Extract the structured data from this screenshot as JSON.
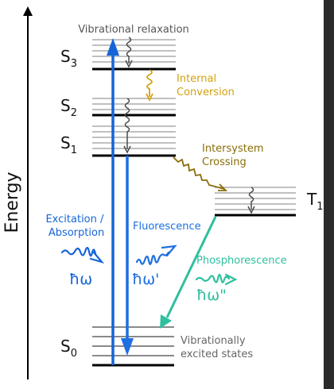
{
  "axis": {
    "label": "Energy"
  },
  "levels": {
    "s3": {
      "name": "S",
      "sub": "3"
    },
    "s2": {
      "name": "S",
      "sub": "2"
    },
    "s1": {
      "name": "S",
      "sub": "1"
    },
    "s0": {
      "name": "S",
      "sub": "0"
    },
    "t1": {
      "name": "T",
      "sub": "1"
    }
  },
  "labels": {
    "vibrational_relaxation": "Vibrational relaxation",
    "internal_conversion": [
      "Internal",
      "Conversion"
    ],
    "intersystem_crossing": [
      "Intersystem",
      "Crossing"
    ],
    "excitation": [
      "Excitation /",
      "Absorption"
    ],
    "fluorescence": "Fluorescence",
    "phosphorescence": "Phosphorescence",
    "vibrationally_excited": [
      "Vibrationally",
      "excited states"
    ]
  },
  "photons": {
    "absorption": "ħω",
    "fluorescence": "ħω'",
    "phosphorescence": "ħω\""
  },
  "colors": {
    "absorption": "#1565d8",
    "fluorescence": "#1e6fe0",
    "phosphorescence": "#2fbf9f",
    "internal_conversion": "#d4a20a",
    "intersystem_crossing": "#8a6d0b",
    "thin_level": "#9a9a9a",
    "text_gray": "#555555"
  }
}
